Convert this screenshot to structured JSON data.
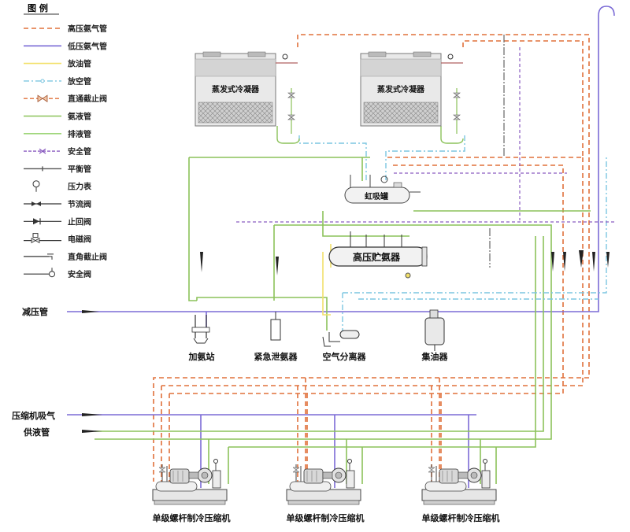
{
  "legend": {
    "title": "图 例",
    "items": [
      {
        "label": "高压氨气管",
        "name": "high-pressure-ammonia-gas-pipe",
        "style": "dash-orange"
      },
      {
        "label": "低压氨气管",
        "name": "low-pressure-ammonia-gas-pipe",
        "style": "line-purple"
      },
      {
        "label": "放油管",
        "name": "oil-drain-pipe",
        "style": "line-yellow"
      },
      {
        "label": "放空管",
        "name": "vent-pipe",
        "style": "dashdot-cyan"
      },
      {
        "label": "直通截止阀",
        "name": "straight-stop-valve",
        "style": "valve-orange"
      },
      {
        "label": "氨液管",
        "name": "ammonia-liquid-pipe",
        "style": "line-green"
      },
      {
        "label": "排液管",
        "name": "liquid-discharge-pipe",
        "style": "line-lightgreen"
      },
      {
        "label": "安全管",
        "name": "safety-pipe",
        "style": "safety-purple"
      },
      {
        "label": "平衡管",
        "name": "balance-pipe",
        "style": "balance-gray"
      },
      {
        "label": "压力表",
        "name": "pressure-gauge",
        "style": "sym-gauge"
      },
      {
        "label": "节流阀",
        "name": "throttle-valve",
        "style": "sym-throttle"
      },
      {
        "label": "止回阀",
        "name": "check-valve",
        "style": "sym-check"
      },
      {
        "label": "电磁阀",
        "name": "solenoid-valve",
        "style": "sym-solenoid"
      },
      {
        "label": "直角截止阀",
        "name": "angle-stop-valve",
        "style": "sym-angle"
      },
      {
        "label": "安全阀",
        "name": "safety-valve",
        "style": "sym-safety"
      }
    ]
  },
  "condensers": [
    {
      "label": "蒸发式冷凝器"
    },
    {
      "label": "蒸发式冷凝器"
    }
  ],
  "vessels": {
    "suction_tank": "虹吸罐",
    "receiver": "高压贮氨器"
  },
  "stations": {
    "ammonia_charging": "加氨站",
    "emergency_dump": "紧急泄氨器",
    "air_separator": "空气分离器",
    "oil_collector": "集油器"
  },
  "left_labels": {
    "pressure_relief": "减压管",
    "compressor_suction": "压缩机吸气",
    "liquid_supply": "供液管"
  },
  "compressors": [
    {
      "label": "单级螺杆制冷压缩机"
    },
    {
      "label": "单级螺杆制冷压缩机"
    },
    {
      "label": "单级螺杆制冷压缩机"
    }
  ],
  "colors": {
    "high_pressure_gas": "#e0703a",
    "low_pressure_gas": "#7b6bd6",
    "oil_drain": "#f2e06a",
    "vent": "#7cc6e0",
    "ammonia_liquid": "#8cc25a",
    "drain_liquid": "#9fd67a",
    "safety": "#8a5cc0",
    "balance": "#555555"
  }
}
